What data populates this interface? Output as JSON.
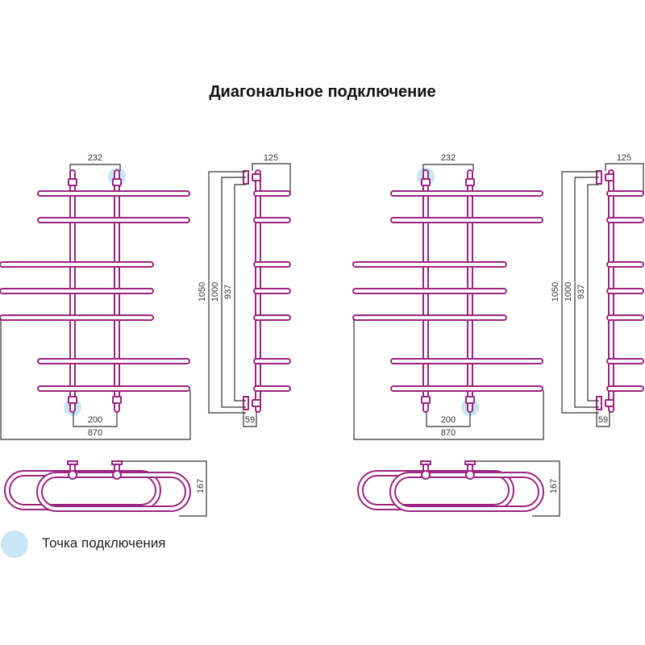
{
  "title": "Диагональное подключение",
  "legend": {
    "label": "Точка подключения",
    "color": "#c8e6f5"
  },
  "colors": {
    "pipe": "#9c2480",
    "dim_line": "#333333",
    "connection": "#c8e6f5"
  },
  "dimensions": {
    "top_spacing": "232",
    "bottom_spacing": "200",
    "total_width": "870",
    "depth": "125",
    "height_total": "1050",
    "height_mid": "1000",
    "height_inner": "937",
    "wall_offset": "59",
    "bottom_depth": "167"
  },
  "diagrams": [
    {
      "name": "left",
      "connections": [
        "top-right",
        "bottom-left"
      ]
    },
    {
      "name": "right",
      "connections": [
        "top-left",
        "bottom-right"
      ]
    }
  ]
}
